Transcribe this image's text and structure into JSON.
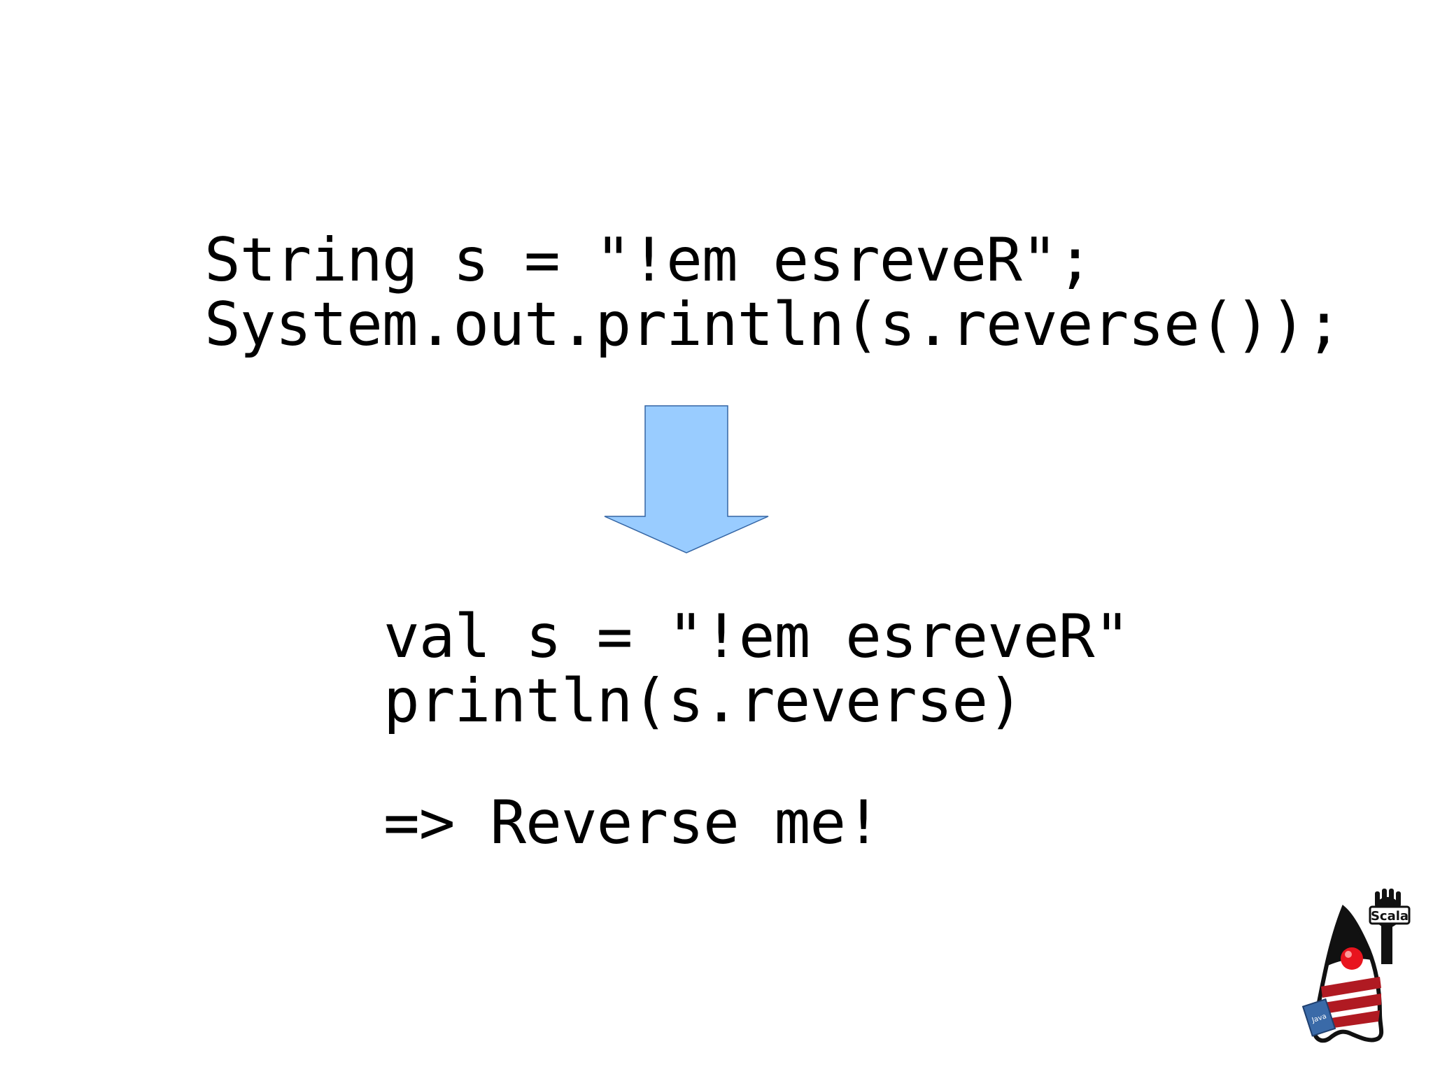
{
  "slide": {
    "java_code": [
      "String s = \"!em esreveR\";",
      "System.out.println(s.reverse());"
    ],
    "scala_code": [
      "val s = \"!em esreveR\"",
      "println(s.reverse)"
    ],
    "result": "=> Reverse me!",
    "arrow": {
      "icon": "down-arrow-icon",
      "fill": "#99CCFF",
      "stroke": "#3465A4"
    },
    "mascot": {
      "icon": "duke-scala-mascot-icon",
      "badge_text": "Scala",
      "book_text": "Java"
    }
  }
}
